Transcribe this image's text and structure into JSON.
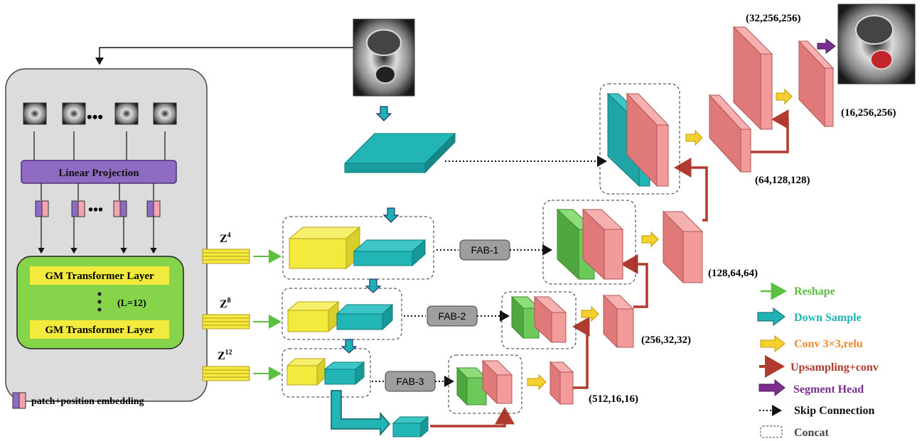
{
  "encoder": {
    "linear_projection": "Linear Projection",
    "transformer_layer_top": "GM Transformer Layer",
    "transformer_layer_bottom": "GM Transformer Layer",
    "layers_count": "(L=12)",
    "ellipsis": "•••",
    "embedding_caption": "patch+position embedding"
  },
  "features": {
    "z4": "Z",
    "z4_sup": "4",
    "z8": "Z",
    "z8_sup": "8",
    "z12": "Z",
    "z12_sup": "12"
  },
  "fab": {
    "fab1": "FAB-1",
    "fab2": "FAB-2",
    "fab3": "FAB-3"
  },
  "shapes": {
    "s32_256": "(32,256,256)",
    "s16_256": "(16,256,256)",
    "s64_128": "(64,128,128)",
    "s128_64": "(128,64,64)",
    "s256_32": "(256,32,32)",
    "s512_16": "(512,16,16)"
  },
  "legend": [
    {
      "label": "Reshape",
      "color": "#5cbf3f",
      "icon": "green-arrow"
    },
    {
      "label": "Down Sample",
      "color": "#1fb2b2",
      "icon": "teal-arrow"
    },
    {
      "label": "Conv 3×3,relu",
      "color": "#f08a2c",
      "icon": "yellow-arrow"
    },
    {
      "label": "Upsampling+conv",
      "color": "#b03a2e",
      "icon": "brown-arrow"
    },
    {
      "label": "Segment Head",
      "color": "#7a2f8f",
      "icon": "purple-arrow"
    },
    {
      "label": "Skip Connection",
      "color": "#111111",
      "icon": "dotted-arrow"
    },
    {
      "label": "Concat",
      "color": "#444444",
      "icon": "dashed-box"
    }
  ],
  "colors": {
    "teal": "#22b5b5",
    "yellow": "#f2ea3c",
    "green": "#6cc95a",
    "salmon": "#f39a9a",
    "purple": "#8f6bc4",
    "brown": "#b03a2e",
    "encoder_bg": "#dcdcdc",
    "transformer_green": "#86d44a"
  }
}
